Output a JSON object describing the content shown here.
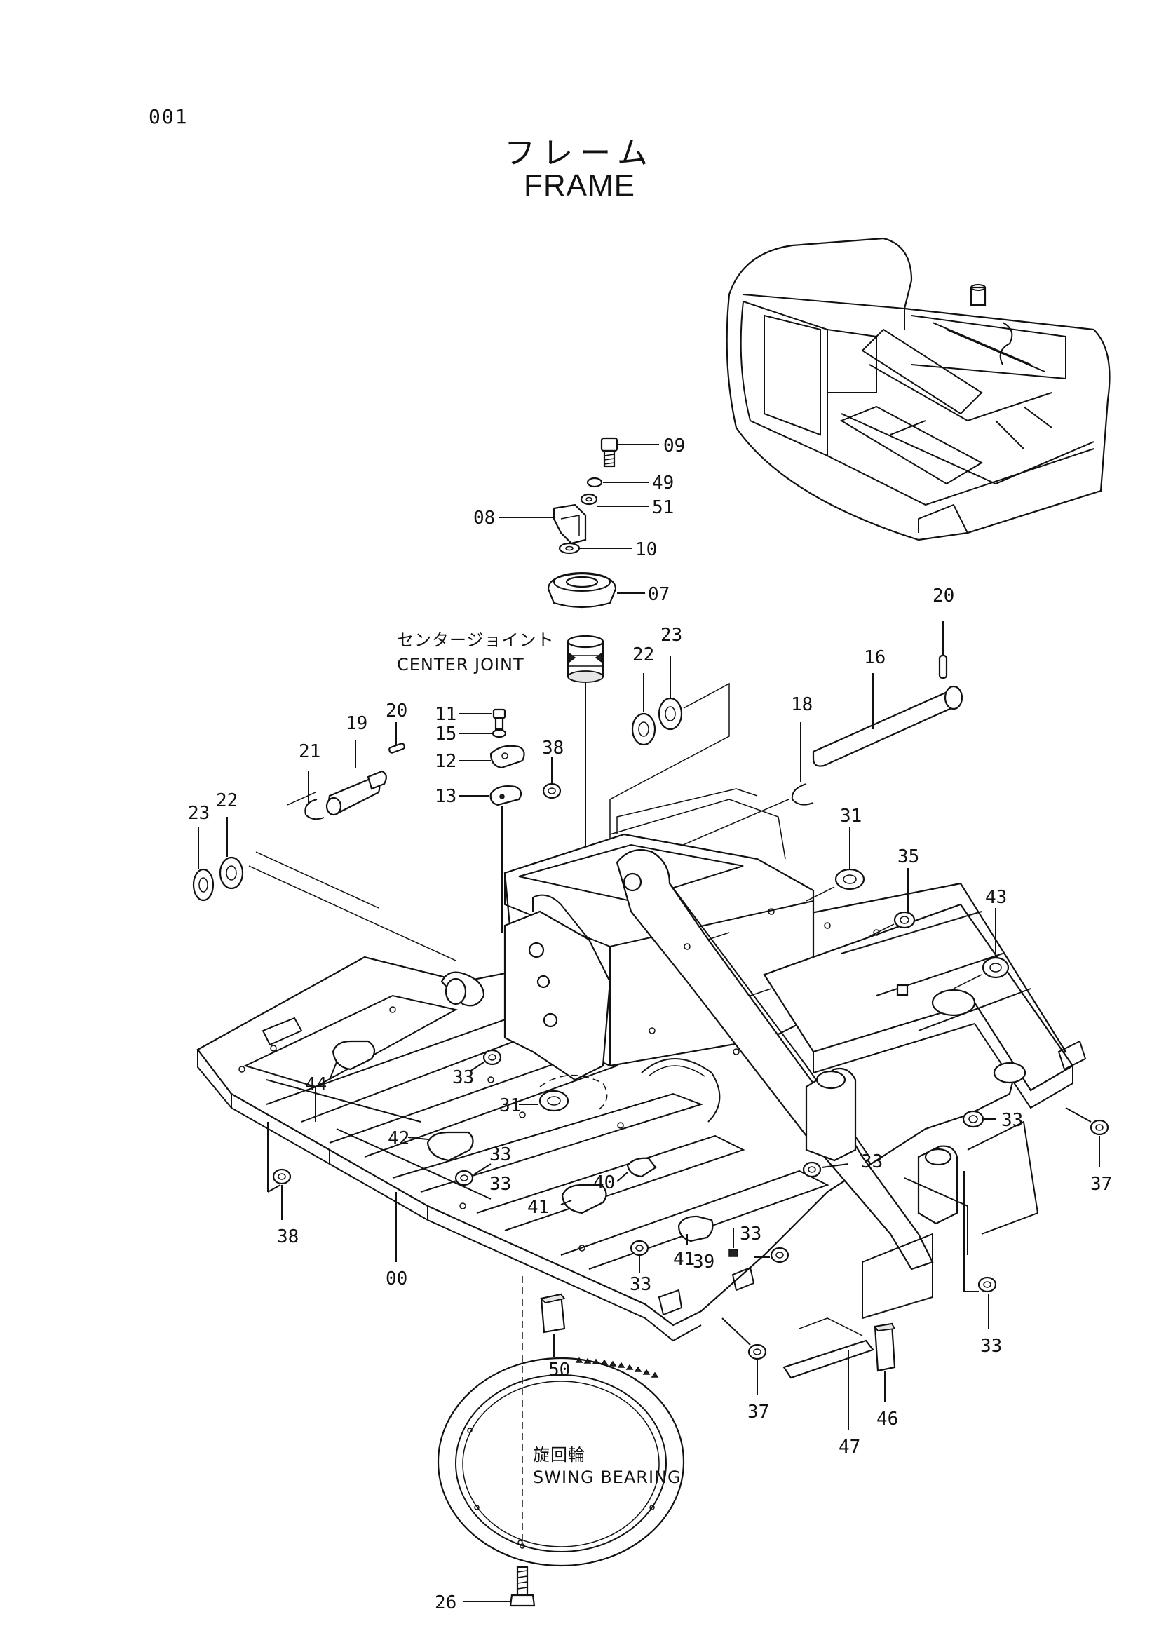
{
  "page_number": "001",
  "title_jp": "フレーム",
  "title_en": "FRAME",
  "captions": {
    "center_joint_jp": "センタージョイント",
    "center_joint_en": "CENTER JOINT",
    "swing_bearing_jp": "旋回輪",
    "swing_bearing_en": "SWING BEARING"
  },
  "callouts": [
    "09",
    "49",
    "51",
    "08",
    "10",
    "07",
    "20",
    "16",
    "18",
    "22",
    "23",
    "11",
    "15",
    "12",
    "13",
    "38",
    "19",
    "21",
    "31",
    "35",
    "43",
    "44",
    "33",
    "42",
    "40",
    "41",
    "37",
    "00",
    "39",
    "50",
    "46",
    "47",
    "26"
  ]
}
